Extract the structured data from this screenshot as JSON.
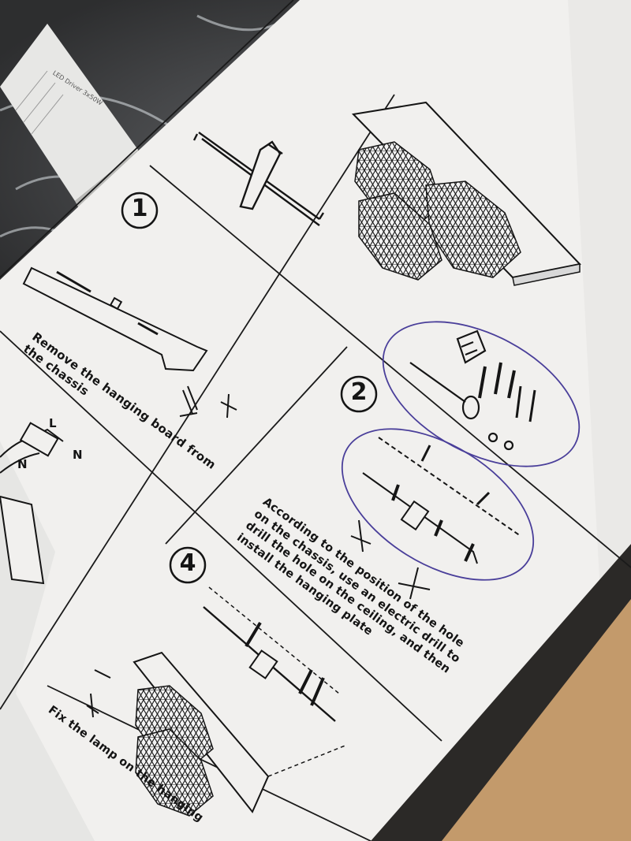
{
  "background": {
    "driver_label": "LED Driver 3x50W",
    "colors": {
      "paper": "#f1f0ee",
      "ink": "#151515",
      "pen": "#4a3f9a",
      "cardboard": "#c39a6b",
      "dark": "#2a2826"
    }
  },
  "manual": {
    "step1": {
      "number": "1",
      "text_lines": [
        "Remove the hanging board from",
        "the chassis"
      ]
    },
    "step2": {
      "number": "2",
      "text_lines": [
        "According to the position of the hole",
        "on the chassis, use an electric drill to",
        "drill the hole on the ceiling, and then",
        "install the hanging plate"
      ]
    },
    "step4": {
      "number": "4",
      "text_lines": [
        "Fix the lamp on the hanging"
      ]
    },
    "wire_labels": {
      "l": "L",
      "n": "N"
    }
  }
}
